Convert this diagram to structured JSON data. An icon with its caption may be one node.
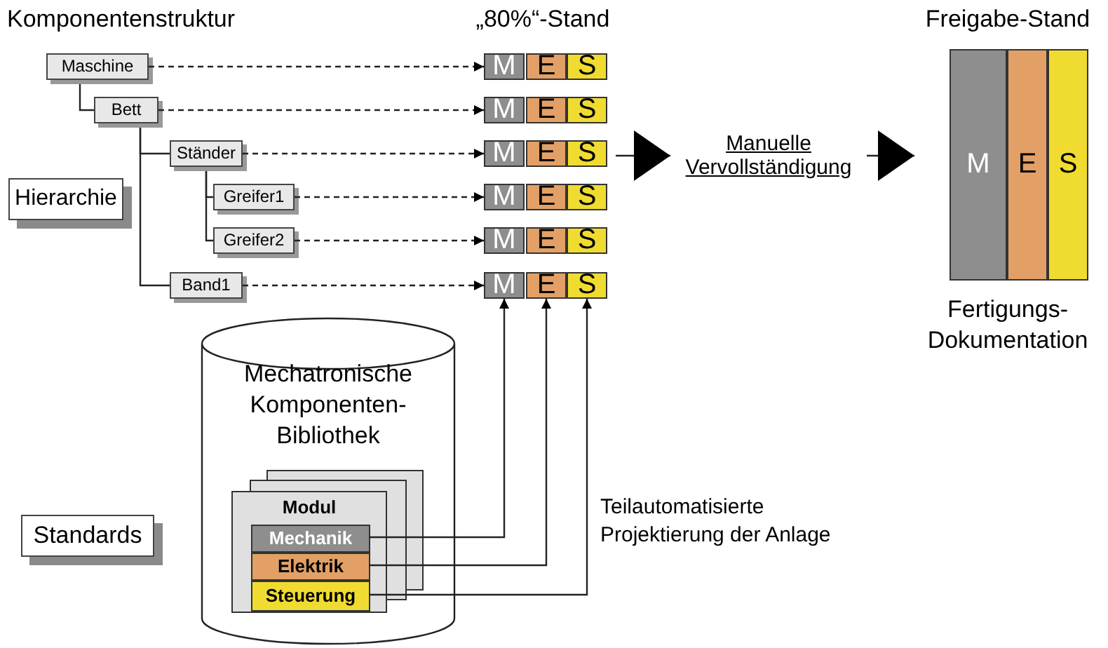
{
  "diagram": {
    "nodes": [
      {
        "text": [
          "Maschine"
        ]
      },
      {
        "text": [
          "Bett"
        ]
      },
      {
        "text": [
          "Ständer"
        ]
      },
      {
        "text": [
          "Greifer1"
        ]
      },
      {
        "text": [
          "Greifer2"
        ]
      },
      {
        "text": [
          "Band1"
        ]
      },
      {
        "text": [
          "Hierarchie"
        ]
      },
      {
        "text": [
          "„80%“-Stand"
        ]
      },
      {
        "text": [
          "M"
        ],
        "in": 7
      },
      {
        "text": [
          "E"
        ],
        "in": 7
      },
      {
        "text": [
          "S"
        ],
        "in": 7
      },
      {
        "text": [
          "M"
        ],
        "in": 7
      },
      {
        "text": [
          "E"
        ],
        "in": 7
      },
      {
        "text": [
          "S"
        ],
        "in": 7
      },
      {
        "text": [
          "M"
        ],
        "in": 7
      },
      {
        "text": [
          "E"
        ],
        "in": 7
      },
      {
        "text": [
          "S"
        ],
        "in": 7
      },
      {
        "text": [
          "M"
        ],
        "in": 7
      },
      {
        "text": [
          "E"
        ],
        "in": 7
      },
      {
        "text": [
          "S"
        ],
        "in": 7
      },
      {
        "text": [
          "M"
        ],
        "in": 7
      },
      {
        "text": [
          "E"
        ],
        "in": 7
      },
      {
        "text": [
          "S"
        ],
        "in": 7
      },
      {
        "text": [
          "M"
        ],
        "in": 7
      },
      {
        "text": [
          "E"
        ],
        "in": 7
      },
      {
        "text": [
          "S"
        ],
        "in": 7
      },
      {
        "text": [
          "Manuelle Vervollständigung"
        ]
      },
      {
        "text": [
          "Freigabe-Stand"
        ],
        "beside": [
          "Fertigungs-Dokumentation"
        ]
      },
      {
        "text": [
          "M"
        ],
        "in": 27
      },
      {
        "text": [
          "E"
        ],
        "in": 27
      },
      {
        "text": [
          "S"
        ],
        "in": 27
      },
      {
        "text": [
          "Mechatronische Komponenten-Bibliothek"
        ]
      },
      {
        "text": [
          "Modul"
        ],
        "in": 31
      },
      {
        "text": [
          "Mechanik"
        ],
        "in": 32
      },
      {
        "text": [
          "Elektrik"
        ],
        "in": 32
      },
      {
        "text": [
          "Steuerung"
        ],
        "in": 32
      },
      {
        "text": [
          "Standards"
        ]
      }
    ],
    "edges": [
      {
        "from": 0,
        "to": 1,
        "arrow": "none"
      },
      {
        "from": 1,
        "to": 2,
        "arrow": "none"
      },
      {
        "from": 1,
        "to": 5,
        "arrow": "none"
      },
      {
        "from": 2,
        "to": 3,
        "arrow": "none"
      },
      {
        "from": 2,
        "to": 4,
        "arrow": "none"
      },
      {
        "from": 0,
        "to": 8,
        "arrow": "to",
        "style": "dashed"
      },
      {
        "from": 1,
        "to": 11,
        "arrow": "to",
        "style": "dashed"
      },
      {
        "from": 2,
        "to": 14,
        "arrow": "to",
        "style": "dashed"
      },
      {
        "from": 3,
        "to": 17,
        "arrow": "to",
        "style": "dashed"
      },
      {
        "from": 4,
        "to": 20,
        "arrow": "to",
        "style": "dashed"
      },
      {
        "from": 5,
        "to": 23,
        "arrow": "to",
        "style": "dashed"
      },
      {
        "from": 7,
        "to": 26,
        "arrow": "to"
      },
      {
        "from": 26,
        "to": 27,
        "arrow": "to"
      },
      {
        "from": 33,
        "to": 23,
        "arrow": "to"
      },
      {
        "from": 34,
        "to": 24,
        "arrow": "to"
      },
      {
        "from": 35,
        "to": 25,
        "arrow": "to"
      }
    ],
    "labels": [
      "Komponentenstruktur",
      "Teilautomatisierte Projektierung der Anlage"
    ]
  }
}
